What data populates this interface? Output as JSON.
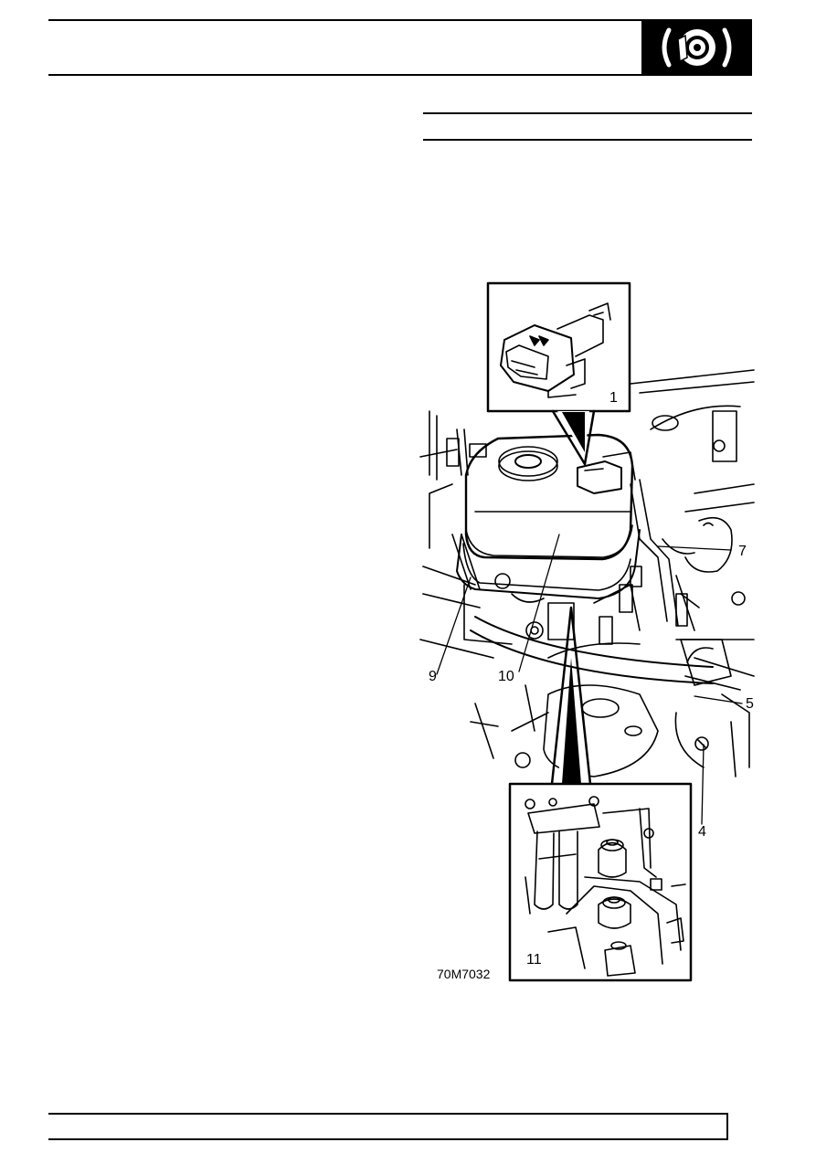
{
  "header": {
    "section_icon": "brake-disc-icon"
  },
  "figure": {
    "code": "70M7032",
    "callouts": {
      "c1": "1",
      "c7": "7",
      "c9": "9",
      "c10": "10",
      "c5": "5",
      "c4": "4",
      "c11": "11"
    }
  }
}
